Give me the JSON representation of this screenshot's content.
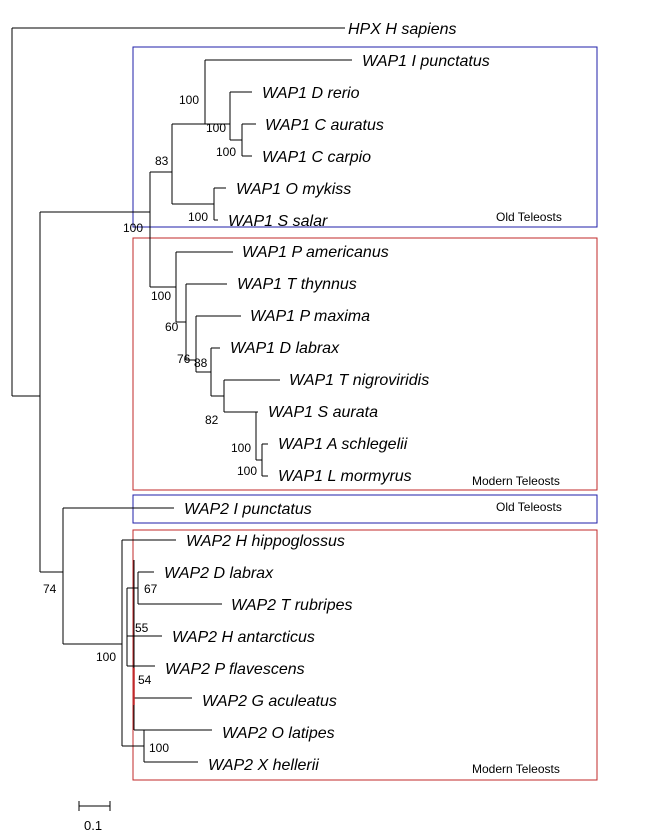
{
  "taxa": {
    "hpx": "HPX H sapiens",
    "wap1_ip": "WAP1 I punctatus",
    "wap1_dr": "WAP1 D rerio",
    "wap1_ca": "WAP1 C auratus",
    "wap1_cc": "WAP1 C carpio",
    "wap1_om": "WAP1 O mykiss",
    "wap1_ss": "WAP1 S salar",
    "wap1_pa": "WAP1 P americanus",
    "wap1_tt": "WAP1 T thynnus",
    "wap1_pm": "WAP1 P maxima",
    "wap1_dl": "WAP1 D labrax",
    "wap1_tn": "WAP1 T nigroviridis",
    "wap1_sa": "WAP1 S aurata",
    "wap1_as": "WAP1 A schlegelii",
    "wap1_lm": "WAP1 L mormyrus",
    "wap2_ip": "WAP2 I punctatus",
    "wap2_hh": "WAP2 H hippoglossus",
    "wap2_dl": "WAP2 D labrax",
    "wap2_tr": "WAP2 T rubripes",
    "wap2_ha": "WAP2 H antarcticus",
    "wap2_pf": "WAP2 P flavescens",
    "wap2_ga": "WAP2 G aculeatus",
    "wap2_ol": "WAP2 O latipes",
    "wap2_xh": "WAP2 X hellerii"
  },
  "bootstrap": {
    "b_dr_cyp": "100",
    "b_ca_cc": "100",
    "b_cc_dummy": "100",
    "b_cypr": "83",
    "b_sal": "100",
    "b_old": "100",
    "b_modern": "100",
    "b_60": "60",
    "b_76": "76",
    "b_88": "88",
    "b_82": "82",
    "b_100a": "100",
    "b_100b": "100",
    "b_74": "74",
    "b_100w2": "100",
    "b_67": "67",
    "b_55": "55",
    "b_54": "54",
    "b_100ox": "100"
  },
  "groups": {
    "old1": "Old Teleosts",
    "modern1": "Modern Teleosts",
    "old2": "Old Teleosts",
    "modern2": "Modern Teleosts"
  },
  "scale": {
    "label": "0.1"
  },
  "colors": {
    "old_box": "#1f1fa8",
    "modern_box": "#c0282a",
    "highlight_branch": "#c0282a"
  }
}
